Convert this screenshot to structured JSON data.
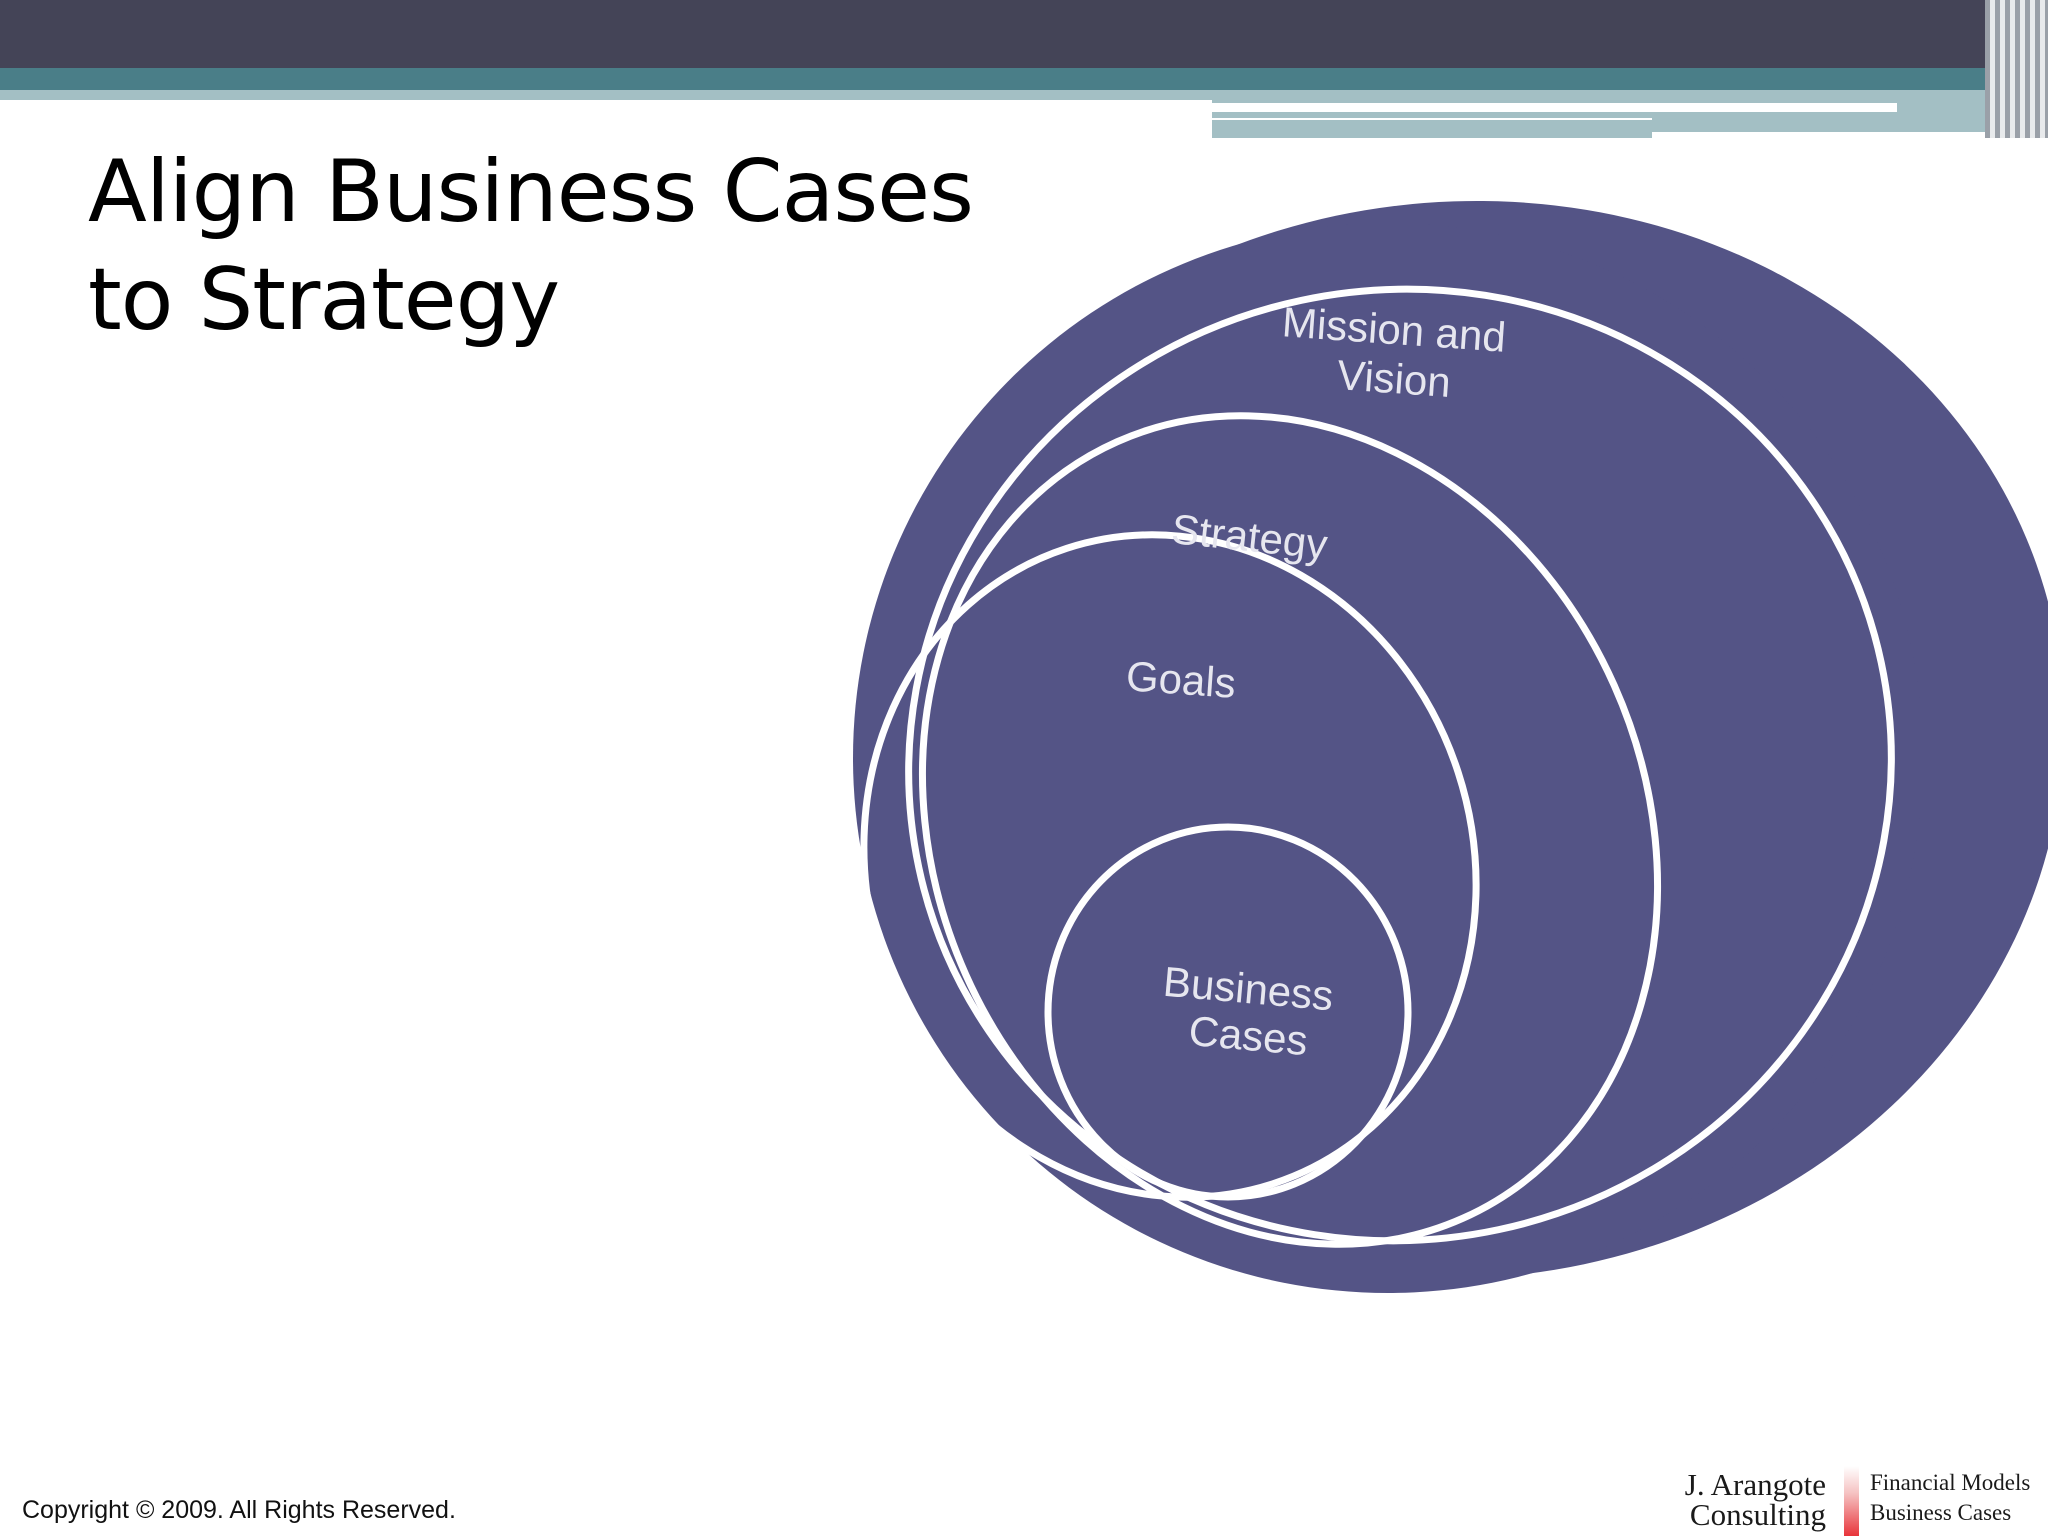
{
  "slide": {
    "title_line1": "Align Business Cases",
    "title_line2": "to Strategy",
    "copyright": "Copyright © 2009.  All Rights Reserved."
  },
  "diagram": {
    "labels": {
      "mission_line1": "Mission and",
      "mission_line2": "Vision",
      "strategy": "Strategy",
      "goals": "Goals",
      "business_line1": "Business",
      "business_line2": "Cases"
    }
  },
  "logo": {
    "name_line1": "J. Arangote",
    "name_line2": "Consulting",
    "tag_line1": "Financial Models",
    "tag_line2": "Business Cases"
  },
  "colors": {
    "header_dark": "#444457",
    "header_teal": "#4a7e88",
    "header_light": "#a3bfc4",
    "circle_fill": "#545486",
    "circle_stroke": "#ffffff",
    "label_text": "#e6e6ef",
    "logo_accent": "#e8343a"
  }
}
